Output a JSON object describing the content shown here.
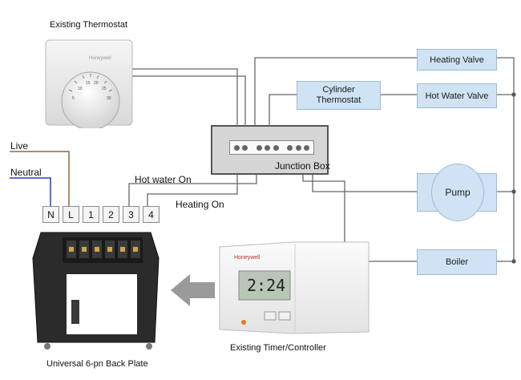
{
  "labels": {
    "existing_thermostat": "Existing Thermostat",
    "live": "Live",
    "neutral": "Neutral",
    "hot_water_on": "Hot water On",
    "heating_on": "Heating On",
    "junction_box": "Junction Box",
    "back_plate": "Universal 6-pn Back Plate",
    "timer": "Existing Timer/Controller"
  },
  "components": {
    "heating_valve": "Heating Valve",
    "hot_water_valve": "Hot Water Valve",
    "cylinder_thermostat_l1": "Cylinder",
    "cylinder_thermostat_l2": "Thermostat",
    "pump": "Pump",
    "boiler": "Boiler"
  },
  "terminals": [
    "N",
    "L",
    "1",
    "2",
    "3",
    "4"
  ],
  "thermostat": {
    "brand": "Honeywell",
    "dial_numbers": [
      "5",
      "10",
      "15",
      "20",
      "25",
      "30"
    ]
  },
  "timer_device": {
    "brand": "Honeywell",
    "display_time": "2:24"
  },
  "colors": {
    "box_fill": "#cfe3f4",
    "wire": "#666666",
    "live_wire": "#8b6a3a",
    "neutral_wire": "#2a3fbf"
  }
}
